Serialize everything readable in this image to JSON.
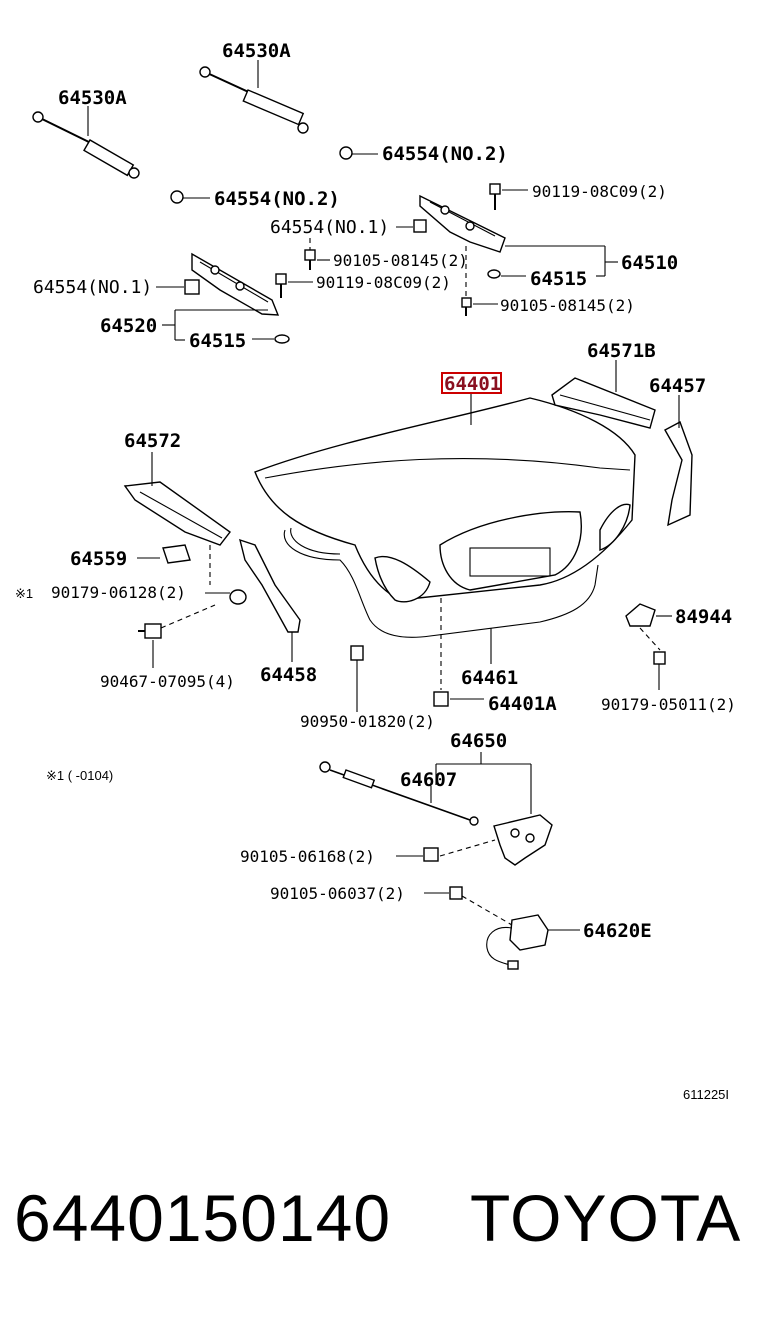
{
  "highlight_color": "#cc0000",
  "callouts": {
    "c64530a_top": "64530A",
    "c64530a_left": "64530A",
    "c64554_no2_right": "64554(NO.2)",
    "c64554_no2_left": "64554(NO.2)",
    "c90119_right": "90119-08C09(2)",
    "c64554_no1_mid": "64554(NO.1)",
    "c90105_08145_a": "90105-08145(2)",
    "c64510": "64510",
    "c64515_right": "64515",
    "c64554_no1_left": "64554(NO.1)",
    "c90119_left": "90119-08C09(2)",
    "c90105_08145_b": "90105-08145(2)",
    "c64520": "64520",
    "c64515_left": "64515",
    "c64571b": "64571B",
    "c64401": "64401",
    "c64457": "64457",
    "c64572": "64572",
    "c64559": "64559",
    "c90179_06128": "90179-06128(2)",
    "c84944": "84944",
    "c90467": "90467-07095(4)",
    "c64458": "64458",
    "c64461": "64461",
    "c90950": "90950-01820(2)",
    "c64401a": "64401A",
    "c90179_05011": "90179-05011(2)",
    "c64650": "64650",
    "c64607": "64607",
    "c90105_06168": "90105-06168(2)",
    "c90105_06037": "90105-06037(2)",
    "c64620e": "64620E"
  },
  "note_mark": "※1",
  "note_range": "※1 (      -0104)",
  "figure_code": "611225I",
  "footer": {
    "part_number": "6440150140",
    "brand": "TOYOTA"
  }
}
